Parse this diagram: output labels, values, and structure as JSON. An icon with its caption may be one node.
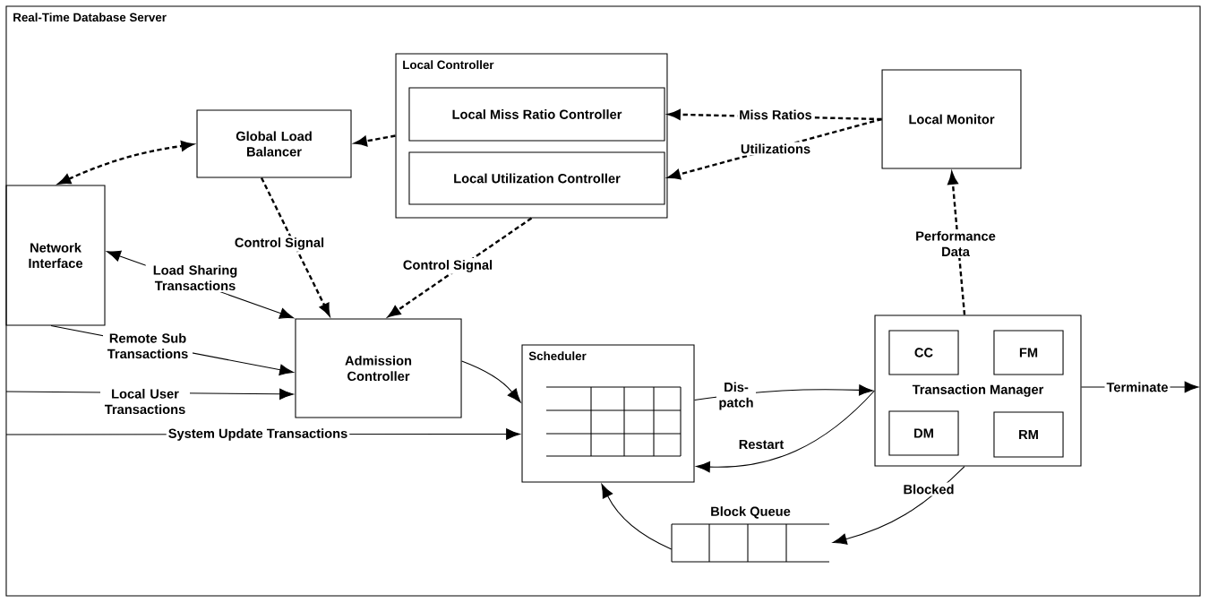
{
  "diagram": {
    "nodes": [
      {
        "text": [
          "Real-Time Database Server"
        ]
      },
      {
        "text": [
          "Global Load Balancer"
        ],
        "in": 0
      },
      {
        "text": [
          "Local Controller"
        ],
        "in": 0
      },
      {
        "text": [
          "Local Miss Ratio Controller"
        ],
        "in": 2
      },
      {
        "text": [
          "Local Utilization Controller"
        ],
        "in": 2
      },
      {
        "text": [
          "Local Monitor"
        ],
        "in": 0
      },
      {
        "text": [
          "Network Interface"
        ],
        "in": 0
      },
      {
        "text": [
          "Admission Controller"
        ],
        "in": 0
      },
      {
        "text": [
          "Scheduler"
        ],
        "in": 0
      },
      {
        "text": [
          "Transaction Manager"
        ],
        "in": 0
      },
      {
        "text": [
          "CC"
        ],
        "in": 9
      },
      {
        "text": [
          "FM"
        ],
        "in": 9
      },
      {
        "text": [
          "DM"
        ],
        "in": 9
      },
      {
        "text": [
          "RM"
        ],
        "in": 9
      },
      {
        "text": [
          "Block Queue"
        ],
        "in": 0
      }
    ],
    "edges": [
      {
        "from": 6,
        "to": 1,
        "arrow": "both",
        "style": "dashed"
      },
      {
        "from": 2,
        "to": 1,
        "arrow": "to",
        "style": "dashed"
      },
      {
        "from": 5,
        "to": 3,
        "arrow": "to",
        "style": "dashed",
        "label": "Miss Ratios"
      },
      {
        "from": 5,
        "to": 4,
        "arrow": "to",
        "style": "dashed",
        "label": "Utilizations"
      },
      {
        "from": 1,
        "to": 7,
        "arrow": "to",
        "style": "dashed",
        "label": "Control Signal"
      },
      {
        "from": 2,
        "to": 7,
        "arrow": "to",
        "style": "dashed",
        "label": "Control Signal"
      },
      {
        "from": 9,
        "to": 5,
        "arrow": "to",
        "style": "dashed",
        "label": "Performance Data"
      },
      {
        "from": 7,
        "to": 6,
        "arrow": "both",
        "label": "Load Sharing Transactions"
      },
      {
        "from": 6,
        "to": 7,
        "arrow": "to",
        "label": "Remote Sub Transactions"
      },
      {
        "from": null,
        "to": 7,
        "arrow": "to",
        "label": "Local User Transactions"
      },
      {
        "from": null,
        "to": 8,
        "arrow": "to",
        "label": "System Update Transactions"
      },
      {
        "from": 7,
        "to": 8,
        "arrow": "to"
      },
      {
        "from": 8,
        "to": 9,
        "arrow": "to",
        "label": "Dis- patch"
      },
      {
        "from": 9,
        "to": 8,
        "arrow": "to",
        "label": "Restart"
      },
      {
        "from": 9,
        "to": 14,
        "arrow": "to",
        "label": "Blocked"
      },
      {
        "from": 14,
        "to": 8,
        "arrow": "to"
      },
      {
        "from": 9,
        "to": null,
        "arrow": "to",
        "label": "Terminate"
      }
    ]
  }
}
